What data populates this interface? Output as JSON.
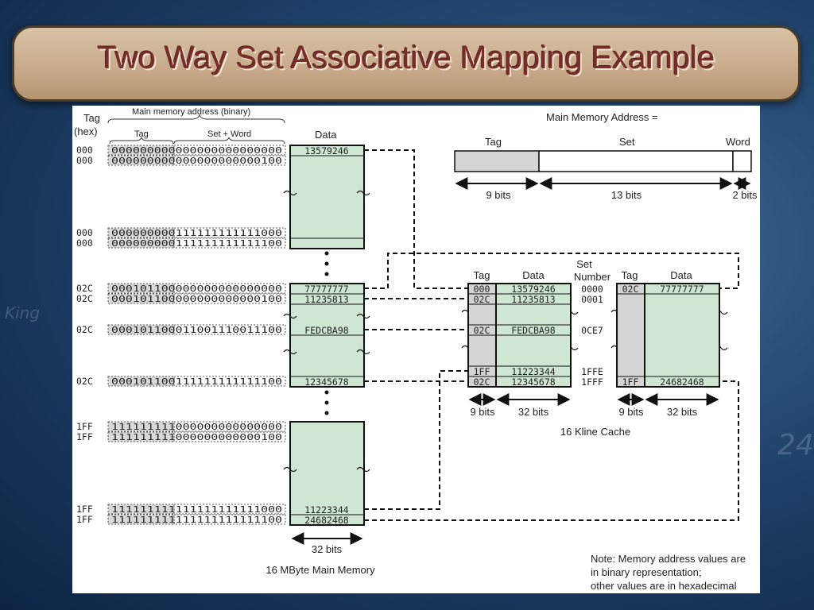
{
  "slide": {
    "title": "Two Way Set Associative Mapping Example",
    "accent_title": "#7a2e2a",
    "cache_fill": "#cfe6d3",
    "tag_fill": "#d4d4d4"
  },
  "headers": {
    "tag_hex_line1": "Tag",
    "tag_hex_line2": "(hex)",
    "main_addr_binary": "Main memory address (binary)",
    "tag": "Tag",
    "set_word": "Set + Word",
    "data": "Data"
  },
  "main_memory_rows": [
    {
      "tag": "000",
      "bin": "000000000000000000000000",
      "data": "13579246"
    },
    {
      "tag": "000",
      "bin": "000000000000000000000100",
      "data": ""
    },
    {
      "tag": "000",
      "bin": "000000000111111111111000",
      "data": ""
    },
    {
      "tag": "000",
      "bin": "000000000111111111111100",
      "data": ""
    },
    {
      "tag": "02C",
      "bin": "000101100000000000000000",
      "data": "77777777"
    },
    {
      "tag": "02C",
      "bin": "000101100000000000000100",
      "data": "11235813"
    },
    {
      "tag": "02C",
      "bin": "000101100011001110011100",
      "data": "FEDCBA98"
    },
    {
      "tag": "02C",
      "bin": "000101100111111111111100",
      "data": "12345678"
    },
    {
      "tag": "1FF",
      "bin": "111111111000000000000000",
      "data": ""
    },
    {
      "tag": "1FF",
      "bin": "111111111000000000000100",
      "data": ""
    },
    {
      "tag": "1FF",
      "bin": "111111111111111111111000",
      "data": "11223344"
    },
    {
      "tag": "1FF",
      "bin": "111111111111111111111100",
      "data": "24682468"
    }
  ],
  "main_memory": {
    "width_label": "32 bits",
    "caption": "16 MByte Main Memory"
  },
  "address_format": {
    "title": "Main Memory Address =",
    "fields": [
      "Tag",
      "Set",
      "Word"
    ],
    "bits": [
      "9 bits",
      "13 bits",
      "2 bits"
    ]
  },
  "cache": {
    "set_number_line1": "Set",
    "set_number_line2": "Number",
    "way1": {
      "headers": [
        "Tag",
        "Data"
      ],
      "rows": [
        {
          "tag": "000",
          "data": "13579246"
        },
        {
          "tag": "02C",
          "data": "11235813"
        },
        {
          "tag": "02C",
          "data": "FEDCBA98"
        },
        {
          "tag": "1FF",
          "data": "11223344"
        },
        {
          "tag": "02C",
          "data": "12345678"
        }
      ],
      "bits": [
        "9 bits",
        "32 bits"
      ]
    },
    "set_numbers": [
      "0000",
      "0001",
      "0CE7",
      "1FFE",
      "1FFF"
    ],
    "way2": {
      "headers": [
        "Tag",
        "Data"
      ],
      "rows": [
        {
          "tag": "02C",
          "data": "77777777"
        },
        {
          "tag": "1FF",
          "data": "24682468"
        }
      ],
      "bits": [
        "9 bits",
        "32 bits"
      ]
    },
    "caption": "16 Kline Cache"
  },
  "note": {
    "line1": "Note: Memory address values are",
    "line2": "in binary representation;",
    "line3": "other values are in hexadecimal"
  },
  "background": {
    "deco1": "King",
    "deco2": "24"
  }
}
